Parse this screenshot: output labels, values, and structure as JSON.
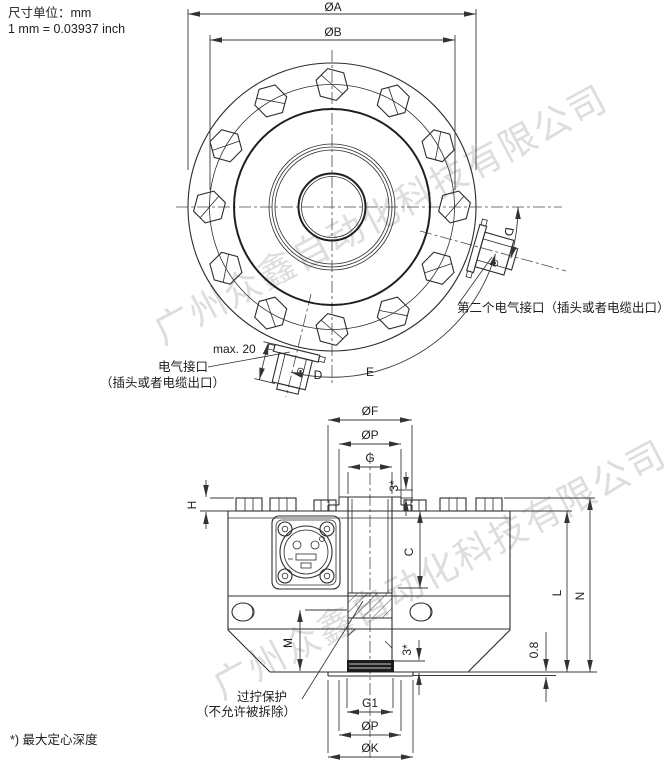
{
  "meta": {
    "units_note": "尺寸单位：mm",
    "conversion_note": "1 mm = 0.03937 inch",
    "footnote": "*) 最大定心深度"
  },
  "watermark": {
    "text": "广州众鑫自动化科技有限公司",
    "color": "#c2c2c2"
  },
  "top_view": {
    "dim_labels": {
      "outer_diameter": "ØA",
      "bolt_circle_diameter": "ØB",
      "connector_angle": "D",
      "second_connector_angle": "E",
      "connector_protrusion": "max. 20"
    },
    "annotations": {
      "connector1_line1": "电气接口",
      "connector1_line2": "（插头或者电缆出口）",
      "connector2": "第二个电气接口（插头或者电缆出口）"
    }
  },
  "side_view": {
    "dim_labels": {
      "flange_boss_diameter": "ØF",
      "pilot_diameter": "ØP",
      "thread_size_top": "G",
      "centering_depth": "3*",
      "bolt_head_height": "H",
      "thread_depth": "C",
      "body_height": "L",
      "total_height": "N",
      "lower_thread_depth": "M",
      "base_protrusion": "0.8",
      "thread_size_bottom": "G1",
      "base_diameter": "ØK"
    },
    "annotations": {
      "overload_line1": "过拧保护",
      "overload_line2": "（不允许被拆除）"
    }
  }
}
